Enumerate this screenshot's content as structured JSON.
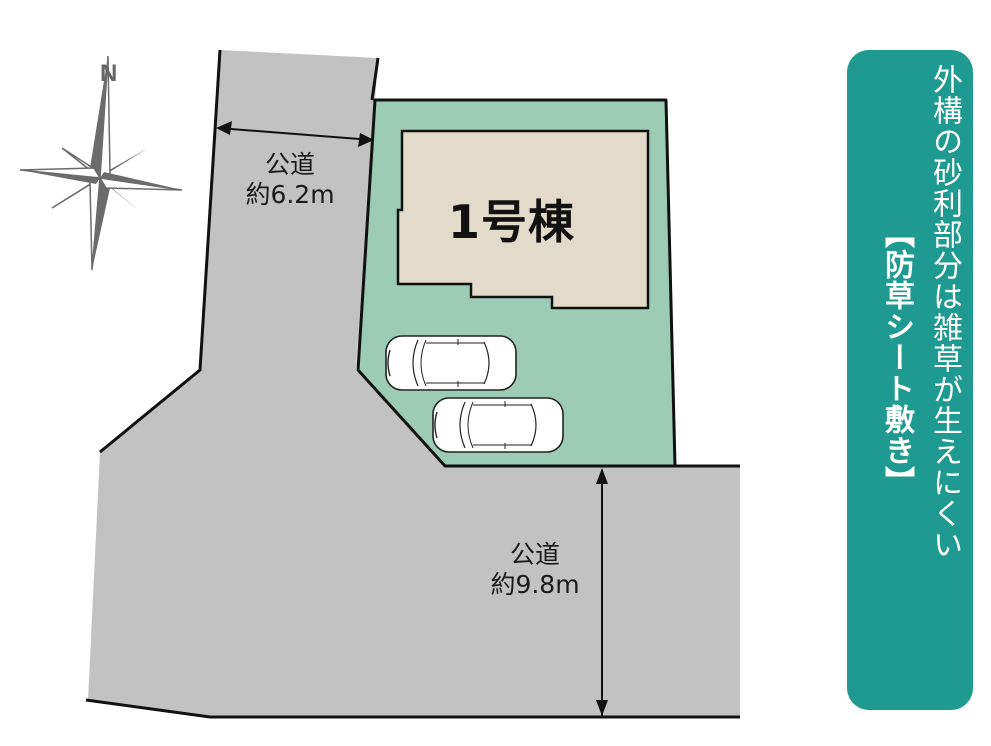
{
  "compass": {
    "label": "N",
    "icon": "compass-rose-icon"
  },
  "roads": [
    {
      "name": "公道",
      "width": "約6.2m",
      "orientation": "west"
    },
    {
      "name": "公道",
      "width": "約9.8m",
      "orientation": "south"
    }
  ],
  "lot": {
    "building_label": "1号棟",
    "parking_spaces": 2
  },
  "banner": {
    "line1": "外構の砂利部分は雑草が生えにくい",
    "line2": "【防草シート敷き】"
  },
  "colors": {
    "road": "#c2c2c2",
    "lot": "#9ccbb6",
    "building": "#e3dbc9",
    "banner": "#1e9a90",
    "compass": "#6b6b6b"
  }
}
